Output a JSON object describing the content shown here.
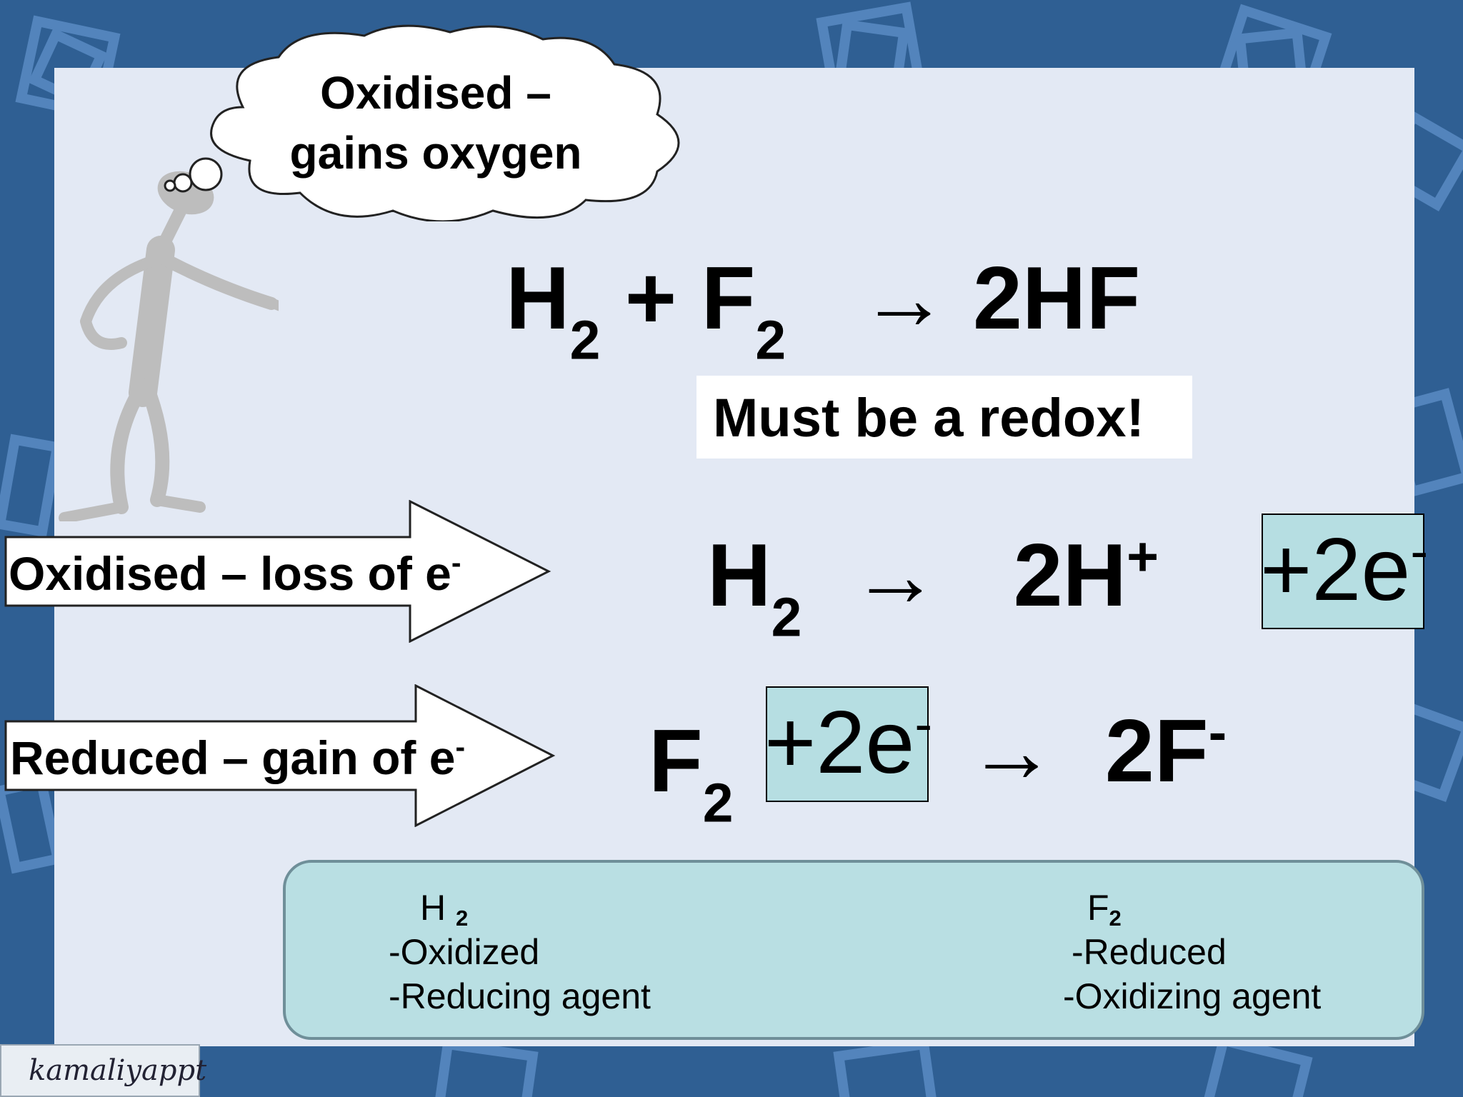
{
  "cloud": {
    "line1": "Oxidised –",
    "line2": "gains oxygen"
  },
  "equation_main": {
    "reactant1": "H",
    "sub1": "2",
    "plus": "+",
    "reactant2": "F",
    "sub2": "2",
    "arrow": "→",
    "product": "2HF"
  },
  "redox_note": "Must be a redox!",
  "oxidation_arrow": {
    "label": "Oxidised – loss of e",
    "sup": "-"
  },
  "reduction_arrow": {
    "label": "Reduced – gain of e",
    "sup": "-"
  },
  "half_oxidation": {
    "reactant": "H",
    "sub": "2",
    "arrow": "→",
    "product": "2H",
    "product_sup": "+",
    "electrons": "+2e",
    "electrons_sup": "-"
  },
  "half_reduction": {
    "reactant": "F",
    "sub": "2",
    "electrons": "+2e",
    "electrons_sup": "-",
    "arrow": "→",
    "product": "2F",
    "product_sup": "-"
  },
  "summary": {
    "left": {
      "species": "H",
      "sub": "2",
      "line1": "-Oxidized",
      "line2": "-Reducing agent"
    },
    "right": {
      "species": "F",
      "sub": "2",
      "line1": "-Reduced",
      "line2": "-Oxidizing agent"
    }
  },
  "brand": "kamaliyappt",
  "colors": {
    "background": "#2f5f93",
    "panel": "#e3e9f4",
    "highlight": "#b6dee2",
    "summary_box": "#b9dfe3"
  },
  "icons": [
    "thinking-figure-icon",
    "thought-cloud-icon",
    "block-arrow-icon"
  ]
}
